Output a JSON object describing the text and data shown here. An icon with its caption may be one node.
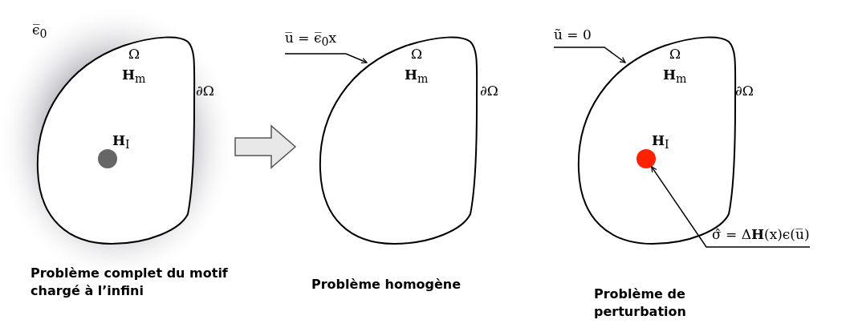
{
  "diagram": {
    "nodes": [
      {
        "text": [
          "Ω",
          "**H**$_{m}$"
        ],
        "beside": [
          "∂Ω"
        ]
      },
      {
        "text": [],
        "shape": "circle",
        "beside": [
          "**H**$_{I}$"
        ],
        "in": 0
      },
      {
        "text": [
          "Ω",
          "**H**$_{m}$"
        ],
        "beside": [
          "∂Ω"
        ]
      },
      {
        "text": [
          "u̅ = ϵ̅$_{0}$x"
        ]
      },
      {
        "text": [
          "Ω",
          "**H**$_{m}$"
        ],
        "beside": [
          "∂Ω"
        ]
      },
      {
        "text": [],
        "shape": "circle",
        "beside": [
          "**H**$_{I}$"
        ],
        "in": 4
      },
      {
        "text": [
          "ũ = 0"
        ]
      },
      {
        "text": [
          "σ̂ = Δ**H**(x)ϵ(u̅)"
        ]
      }
    ],
    "edges": [
      {
        "from": 0,
        "to": 2,
        "arrow": "to",
        "style": "thick"
      },
      {
        "from": 3,
        "to": 2,
        "arrow": "to"
      },
      {
        "from": 6,
        "to": 4,
        "arrow": "to"
      },
      {
        "from": 7,
        "to": 5,
        "arrow": "to"
      }
    ],
    "labels": [
      "ϵ̅$_{0}$",
      "Problème complet du motif chargé à l’infini",
      "Problème homogène",
      "Problème de perturbation"
    ]
  }
}
